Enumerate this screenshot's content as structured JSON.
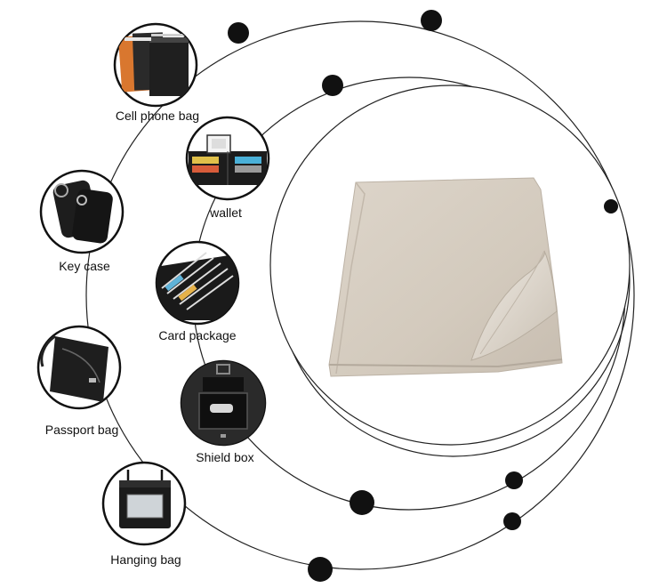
{
  "products": [
    {
      "id": "cell-phone-bag",
      "label": "Cell phone bag",
      "icon": "cell-phone-bag-icon"
    },
    {
      "id": "wallet",
      "label": "wallet",
      "icon": "wallet-icon"
    },
    {
      "id": "key-case",
      "label": "Key case",
      "icon": "key-case-icon"
    },
    {
      "id": "card-package",
      "label": "Card package",
      "icon": "card-package-icon"
    },
    {
      "id": "passport-bag",
      "label": "Passport bag",
      "icon": "passport-bag-icon"
    },
    {
      "id": "shield-box",
      "label": "Shield box",
      "icon": "shield-box-icon"
    },
    {
      "id": "hanging-bag",
      "label": "Hanging bag",
      "icon": "hanging-bag-icon"
    }
  ],
  "center_image": {
    "icon": "shielding-fabric-sheet-icon"
  },
  "colors": {
    "line": "#222222",
    "dot": "#111111",
    "fabric": "#d8d0c4",
    "fabric_shadow": "#b9b0a3"
  }
}
